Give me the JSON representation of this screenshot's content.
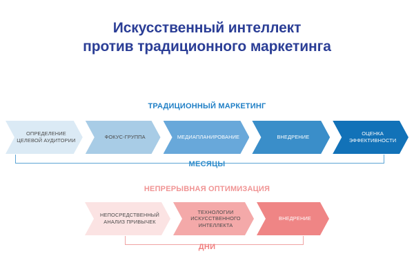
{
  "title": {
    "line1": "Искусственный интеллект",
    "line2": "против традиционного маркетинга",
    "color": "#2b3e96"
  },
  "traditional": {
    "heading": "ТРАДИЦИОННЫЙ МАРКЕТИНГ",
    "heading_color": "#1f7fc6",
    "bracket_label": "МЕСЯЦЫ",
    "bracket_color": "#5aa3d4",
    "steps": [
      {
        "label": "ОПРЕДЕЛЕНИЕ ЦЕЛЕВОЙ АУДИТОРИИ",
        "color": "#dbeaf5",
        "text_color": "#4a4a4a"
      },
      {
        "label": "ФОКУС-ГРУППА",
        "color": "#a8cce6",
        "text_color": "#4a4a4a"
      },
      {
        "label": "МЕДИАПЛАНИРОВАНИЕ",
        "color": "#68a8da",
        "text_color": "#ffffff"
      },
      {
        "label": "ВНЕДРЕНИЕ",
        "color": "#3a8ec9",
        "text_color": "#ffffff"
      },
      {
        "label": "ОЦЕНКА ЭФФЕКТИВНОСТИ",
        "color": "#1272b8",
        "text_color": "#ffffff"
      }
    ]
  },
  "continuous": {
    "heading": "НЕПРЕРЫВНАЯ ОПТИМИЗАЦИЯ",
    "heading_color": "#f09494",
    "bracket_label": "ДНИ",
    "bracket_color": "#f0a3a3",
    "steps": [
      {
        "label": "НЕПОСРЕДСТВЕННЫЙ АНАЛИЗ ПРИВЫЧЕК",
        "color": "#fbe3e3",
        "text_color": "#4a4a4a"
      },
      {
        "label": "ТЕХНОЛОГИИ ИСКУССТВЕННОГО ИНТЕЛЛЕКТА",
        "color": "#f4a9a9",
        "text_color": "#4a4a4a"
      },
      {
        "label": "ВНЕДРЕНИЕ",
        "color": "#ef8585",
        "text_color": "#ffffff"
      }
    ]
  }
}
